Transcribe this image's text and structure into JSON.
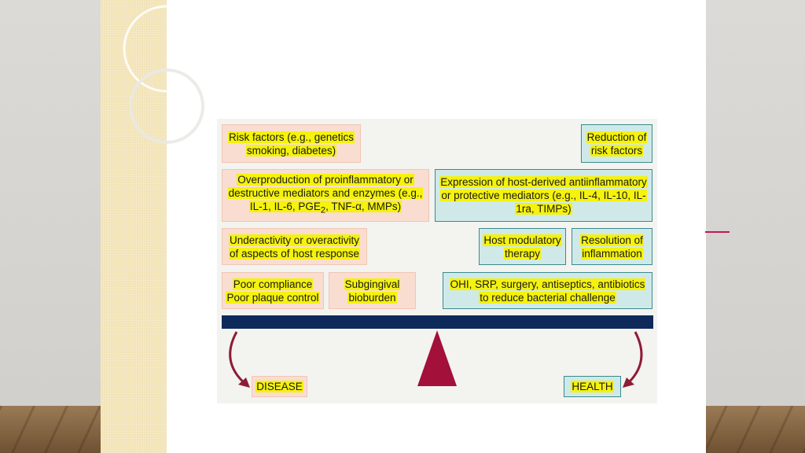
{
  "diagram": {
    "left_side": {
      "risk_factors": "Risk factors (e.g., genetics smoking, diabetes)",
      "overproduction_line1": "Overproduction of proinflammatory or destructive mediators and enzymes (e.g.,",
      "overproduction_line2_pre": "IL-1, IL-6, PGE",
      "overproduction_line2_sub": "2",
      "overproduction_line2_post": ", TNF-α, MMPs)",
      "underactivity": "Underactivity or overactivity of aspects of host response",
      "poor_compliance_line1": "Poor compliance",
      "poor_compliance_line2": "Poor plaque control",
      "subgingival_line1": "Subgingival",
      "subgingival_line2": "bioburden",
      "outcome": "DISEASE"
    },
    "right_side": {
      "reduction": "Reduction of risk factors",
      "expression": "Expression of host-derived antiinflammatory or protective mediators (e.g., IL-4, IL-10, IL-1ra, TIMPs)",
      "host_modulatory": "Host modulatory therapy",
      "resolution": "Resolution of inflammation",
      "ohi": "OHI, SRP, surgery, antiseptics, antibiotics to reduce bacterial challenge",
      "outcome": "HEALTH"
    },
    "colors": {
      "left_box": "#f9ddd0",
      "right_box": "#cfe9e9",
      "highlight": "#f5f20d",
      "beam": "#0e2a5a",
      "fulcrum": "#a3103a",
      "arrow": "#8e1c35"
    }
  }
}
